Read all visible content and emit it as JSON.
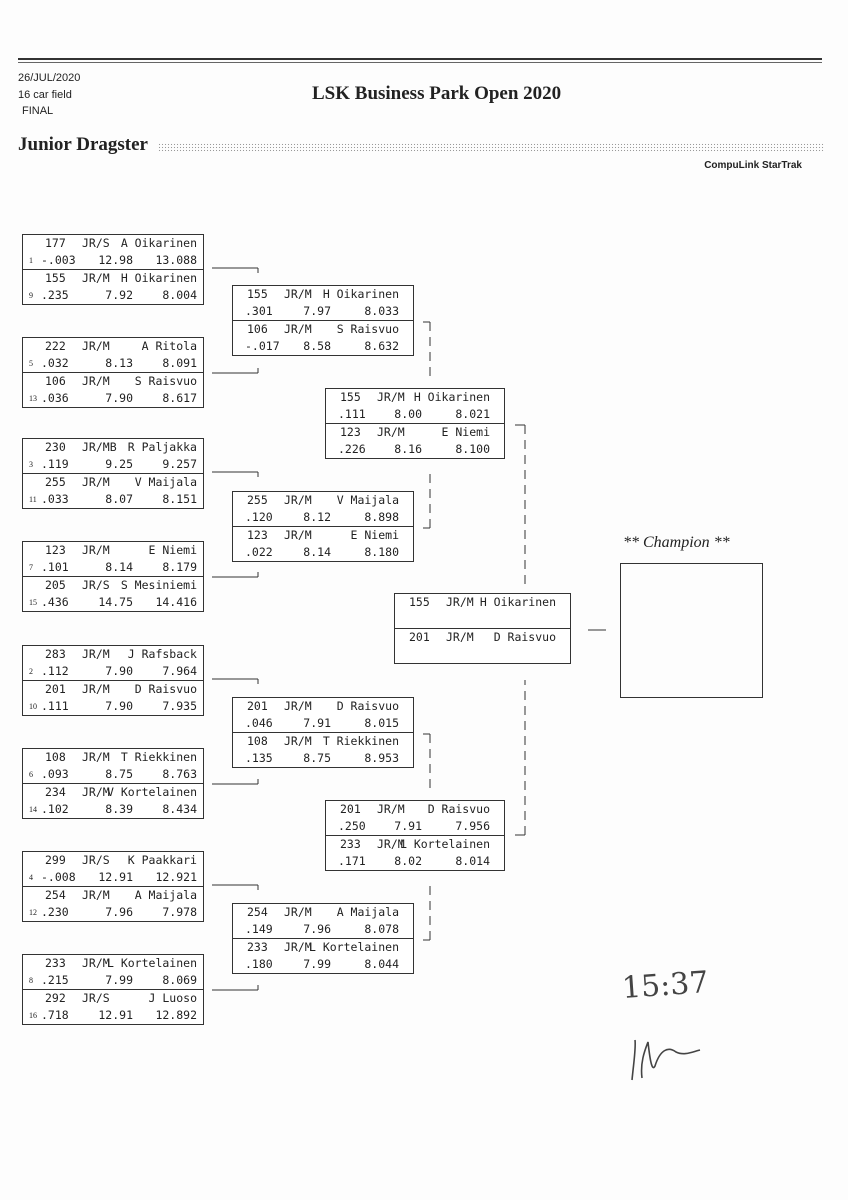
{
  "header": {
    "date": "26/JUL/2020",
    "field": "16 car field",
    "stage": "FINAL",
    "title": "LSK Business Park Open 2020",
    "class": "Junior Dragster",
    "software": "CompuLink StarTrak"
  },
  "round1": [
    [
      {
        "seed": "1",
        "car": "177",
        "cls": "JR/S",
        "name": "A Oikarinen",
        "rt": "-.003",
        "et": "12.98",
        "spd": "13.088"
      },
      {
        "seed": "9",
        "car": "155",
        "cls": "JR/M",
        "name": "H Oikarinen",
        "rt": ".235",
        "et": "7.92",
        "spd": "8.004"
      }
    ],
    [
      {
        "seed": "5",
        "car": "222",
        "cls": "JR/M",
        "name": "A Ritola",
        "rt": ".032",
        "et": "8.13",
        "spd": "8.091"
      },
      {
        "seed": "13",
        "car": "106",
        "cls": "JR/M",
        "name": "S Raisvuo",
        "rt": ".036",
        "et": "7.90",
        "spd": "8.617"
      }
    ],
    [
      {
        "seed": "3",
        "car": "230",
        "cls": "JR/MB",
        "name": "R Paljakka",
        "rt": ".119",
        "et": "9.25",
        "spd": "9.257"
      },
      {
        "seed": "11",
        "car": "255",
        "cls": "JR/M",
        "name": "V Maijala",
        "rt": ".033",
        "et": "8.07",
        "spd": "8.151"
      }
    ],
    [
      {
        "seed": "7",
        "car": "123",
        "cls": "JR/M",
        "name": "E Niemi",
        "rt": ".101",
        "et": "8.14",
        "spd": "8.179"
      },
      {
        "seed": "15",
        "car": "205",
        "cls": "JR/S",
        "name": "S Mesiniemi",
        "rt": ".436",
        "et": "14.75",
        "spd": "14.416"
      }
    ],
    [
      {
        "seed": "2",
        "car": "283",
        "cls": "JR/M",
        "name": "J Rafsback",
        "rt": ".112",
        "et": "7.90",
        "spd": "7.964"
      },
      {
        "seed": "10",
        "car": "201",
        "cls": "JR/M",
        "name": "D Raisvuo",
        "rt": ".111",
        "et": "7.90",
        "spd": "7.935"
      }
    ],
    [
      {
        "seed": "6",
        "car": "108",
        "cls": "JR/M",
        "name": "T Riekkinen",
        "rt": ".093",
        "et": "8.75",
        "spd": "8.763"
      },
      {
        "seed": "14",
        "car": "234",
        "cls": "JR/M",
        "name": "V Kortelainen",
        "rt": ".102",
        "et": "8.39",
        "spd": "8.434"
      }
    ],
    [
      {
        "seed": "4",
        "car": "299",
        "cls": "JR/S",
        "name": "K Paakkari",
        "rt": "-.008",
        "et": "12.91",
        "spd": "12.921"
      },
      {
        "seed": "12",
        "car": "254",
        "cls": "JR/M",
        "name": "A Maijala",
        "rt": ".230",
        "et": "7.96",
        "spd": "7.978"
      }
    ],
    [
      {
        "seed": "8",
        "car": "233",
        "cls": "JR/M",
        "name": "L Kortelainen",
        "rt": ".215",
        "et": "7.99",
        "spd": "8.069"
      },
      {
        "seed": "16",
        "car": "292",
        "cls": "JR/S",
        "name": "J Luoso",
        "rt": ".718",
        "et": "12.91",
        "spd": "12.892"
      }
    ]
  ],
  "round2": [
    [
      {
        "car": "155",
        "cls": "JR/M",
        "name": "H Oikarinen",
        "rt": ".301",
        "et": "7.97",
        "spd": "8.033"
      },
      {
        "car": "106",
        "cls": "JR/M",
        "name": "S Raisvuo",
        "rt": "-.017",
        "et": "8.58",
        "spd": "8.632"
      }
    ],
    [
      {
        "car": "255",
        "cls": "JR/M",
        "name": "V Maijala",
        "rt": ".120",
        "et": "8.12",
        "spd": "8.898"
      },
      {
        "car": "123",
        "cls": "JR/M",
        "name": "E Niemi",
        "rt": ".022",
        "et": "8.14",
        "spd": "8.180"
      }
    ],
    [
      {
        "car": "201",
        "cls": "JR/M",
        "name": "D Raisvuo",
        "rt": ".046",
        "et": "7.91",
        "spd": "8.015"
      },
      {
        "car": "108",
        "cls": "JR/M",
        "name": "T Riekkinen",
        "rt": ".135",
        "et": "8.75",
        "spd": "8.953"
      }
    ],
    [
      {
        "car": "254",
        "cls": "JR/M",
        "name": "A Maijala",
        "rt": ".149",
        "et": "7.96",
        "spd": "8.078"
      },
      {
        "car": "233",
        "cls": "JR/M",
        "name": "L Kortelainen",
        "rt": ".180",
        "et": "7.99",
        "spd": "8.044"
      }
    ]
  ],
  "round3": [
    [
      {
        "car": "155",
        "cls": "JR/M",
        "name": "H Oikarinen",
        "rt": ".111",
        "et": "8.00",
        "spd": "8.021"
      },
      {
        "car": "123",
        "cls": "JR/M",
        "name": "E Niemi",
        "rt": ".226",
        "et": "8.16",
        "spd": "8.100"
      }
    ],
    [
      {
        "car": "201",
        "cls": "JR/M",
        "name": "D Raisvuo",
        "rt": ".250",
        "et": "7.91",
        "spd": "7.956"
      },
      {
        "car": "233",
        "cls": "JR/M",
        "name": "L Kortelainen",
        "rt": ".171",
        "et": "8.02",
        "spd": "8.014"
      }
    ]
  ],
  "final": [
    [
      {
        "car": "155",
        "cls": "JR/M",
        "name": "H Oikarinen"
      },
      {
        "car": "201",
        "cls": "JR/M",
        "name": "D Raisvuo"
      }
    ]
  ],
  "champion": {
    "label": "** Champion **"
  },
  "handwritten_time": "15:37"
}
